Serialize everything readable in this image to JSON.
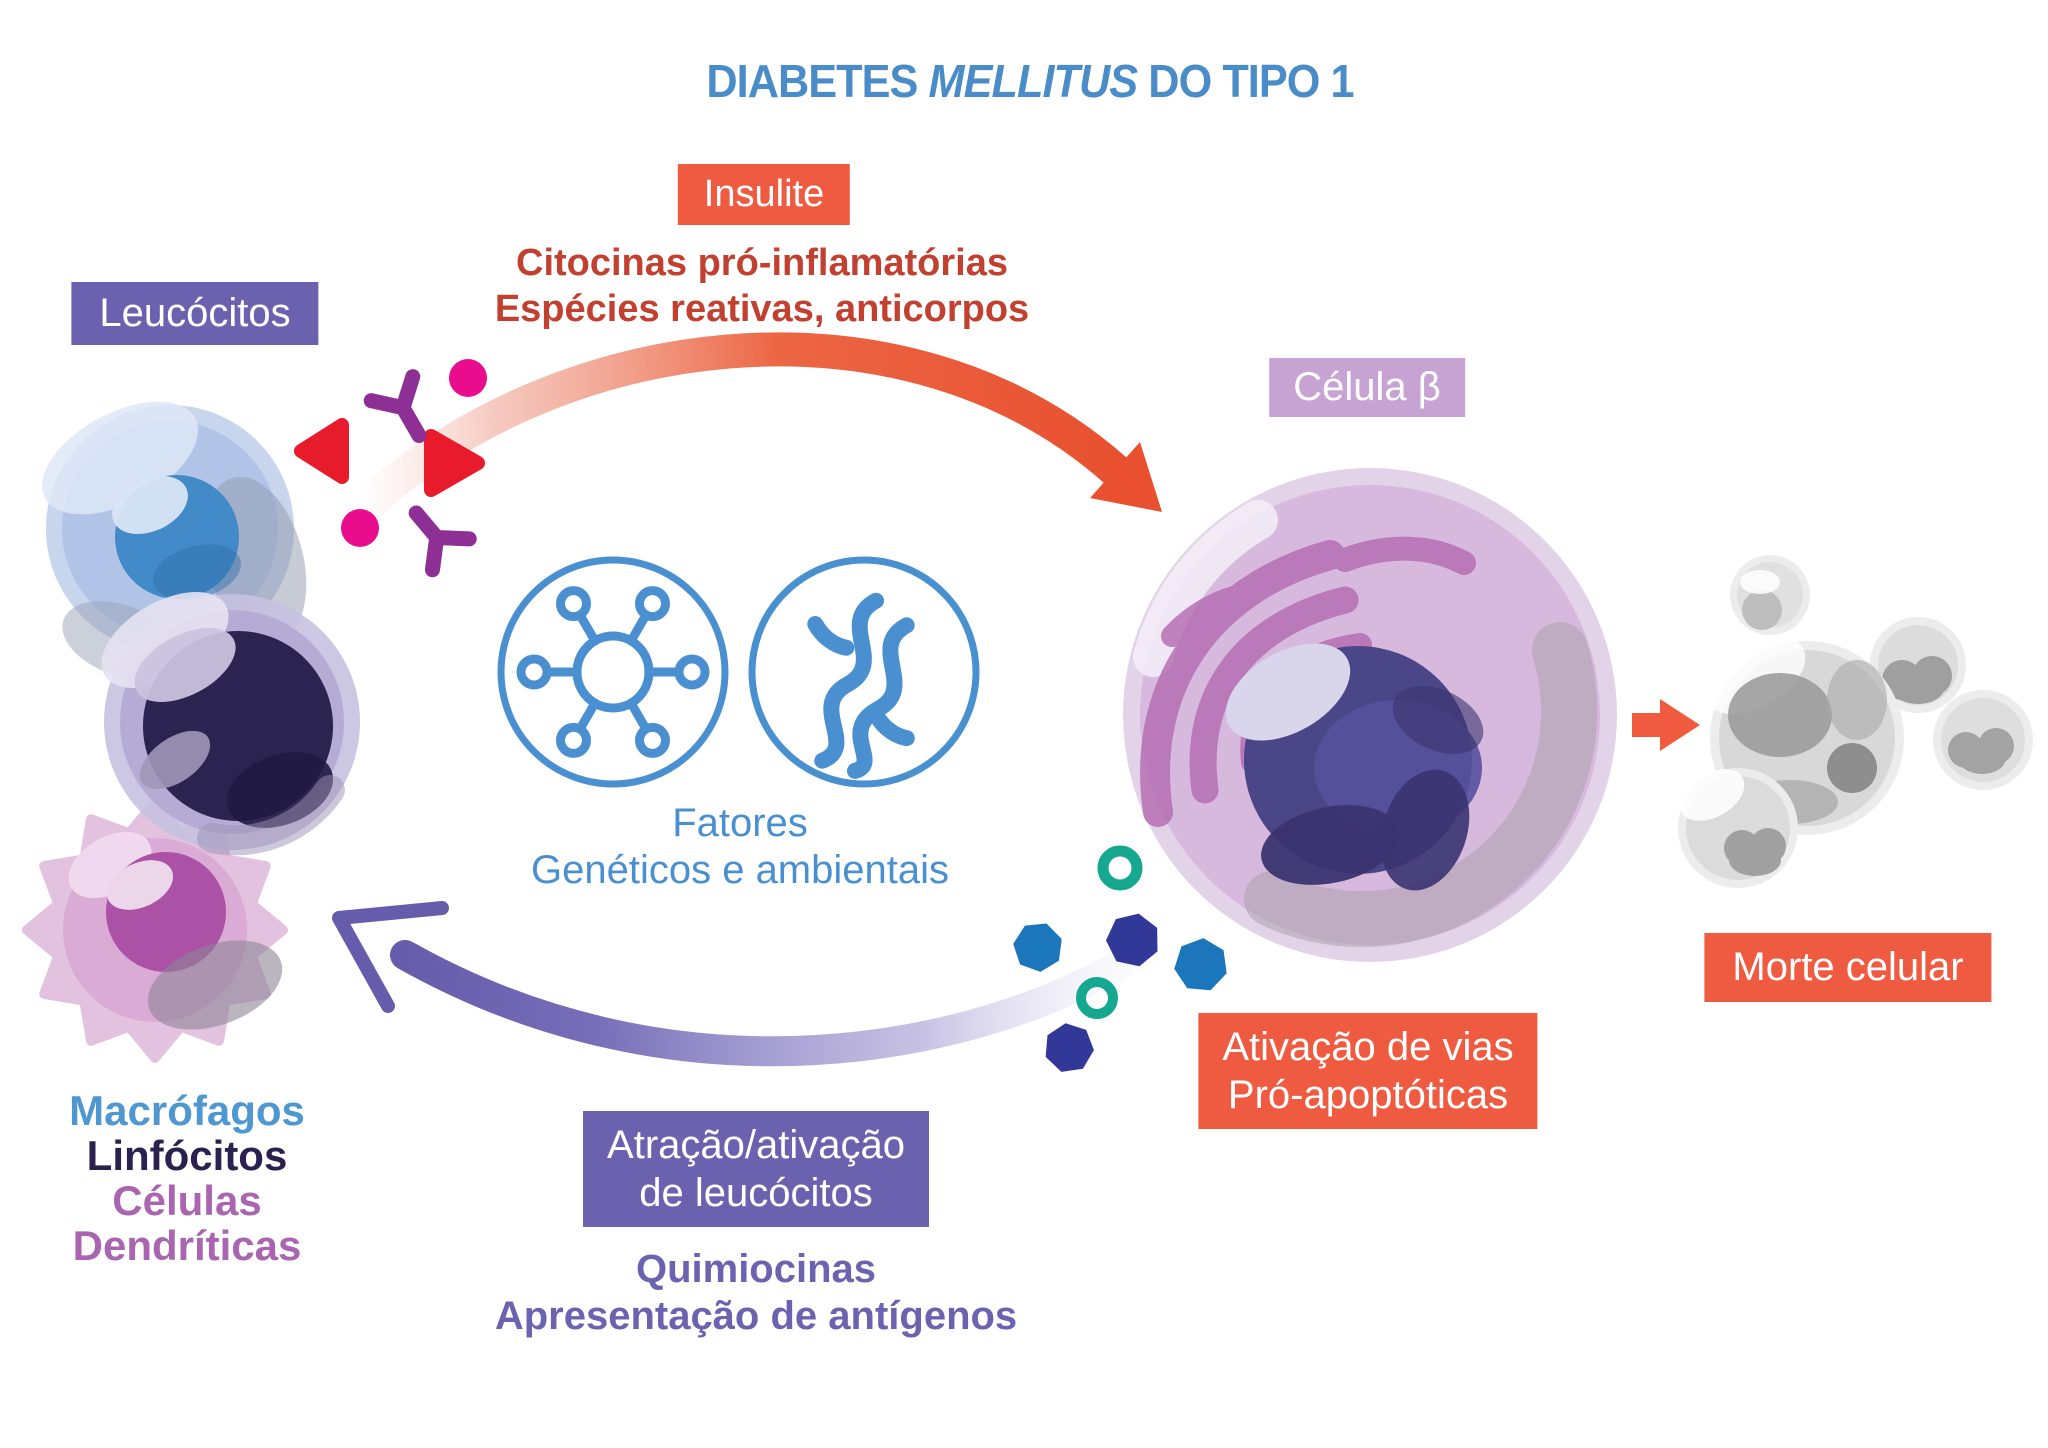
{
  "title": {
    "word1": "DIABETES",
    "word2": "MELLITUS",
    "word3": "DO TIPO 1"
  },
  "insulitis": {
    "box_label": "Insulite",
    "line1": "Citocinas pró-inflamatórias",
    "line2": "Espécies reativas, anticorpos"
  },
  "leukocytes": {
    "box_label": "Leucócitos",
    "macrophages": "Macrófagos",
    "lymphocytes": "Linfócitos",
    "dendritic_line1": "Células",
    "dendritic_line2": "Dendríticas"
  },
  "factors": {
    "line1": "Fatores",
    "line2": "Genéticos e ambientais"
  },
  "beta_cell": {
    "box_label": "Célula β"
  },
  "cell_death": {
    "box_label": "Morte celular"
  },
  "apoptosis": {
    "line1": "Ativação de vias",
    "line2": "Pró-apoptóticas"
  },
  "attraction": {
    "box_line1": "Atração/ativação",
    "box_line2": "de leucócitos",
    "line1": "Quimiocinas",
    "line2": "Apresentação de antígenos"
  },
  "icons": {
    "virus": "virus-icon",
    "dna": "dna-icon"
  },
  "colors": {
    "title_blue": "#4a8cc7",
    "orange_box": "#ee5b40",
    "dark_red_text": "#c2402f",
    "purple_box": "#6b61ae",
    "lilac_box": "#c6a3d2",
    "factors_blue": "#4a90d0",
    "macrophage_blue": "#4e97d1",
    "lymphocyte_navy": "#2a2150",
    "dendritic_orchid": "#a965af",
    "magenta_dot": "#e90d8e",
    "red_triangle": "#e81b2c",
    "antibody_purple": "#8e2f96",
    "teal_ring": "#15a78f",
    "indigo_heptagon": "#323897",
    "blue_heptagon": "#1b76bc",
    "arrow_orange": "#e8502f",
    "arrow_purple": "#675cab"
  }
}
